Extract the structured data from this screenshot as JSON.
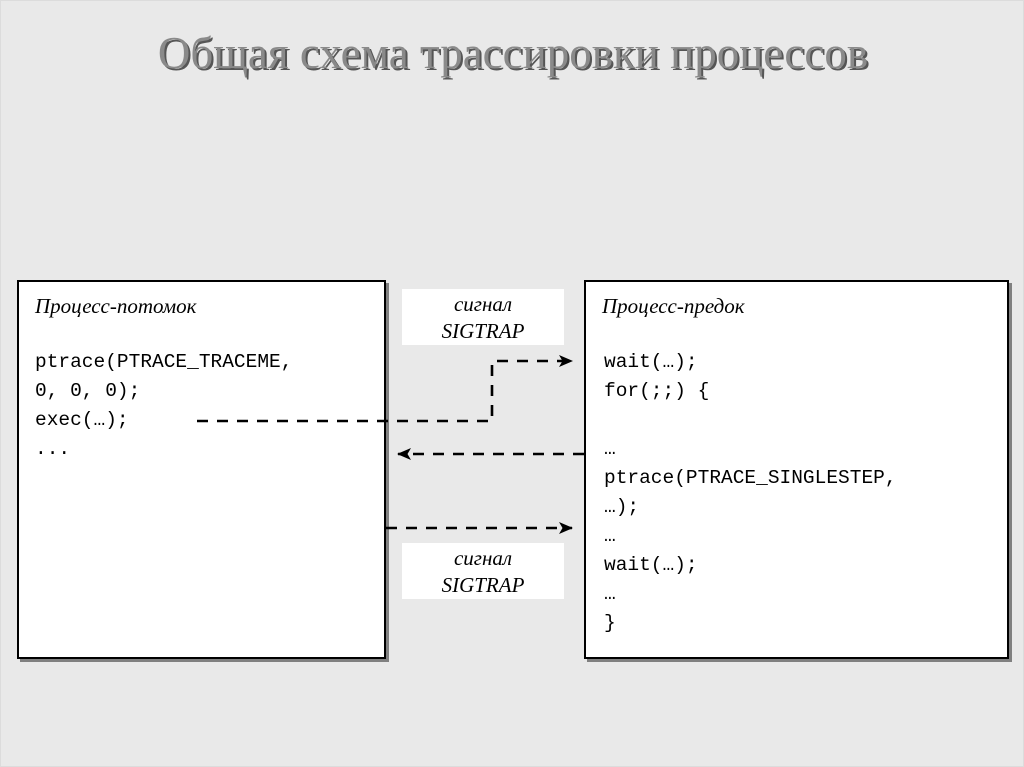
{
  "slide": {
    "title": "Общая схема трассировки процессов",
    "background_color": "#e9e9e9",
    "title_color": "#8a8a8a",
    "title_shadow_color": "#565656"
  },
  "child_process": {
    "heading": "Процесс-потомок",
    "code": "ptrace(PTRACE_TRACEME,\n0, 0, 0);\nexec(…);\n..."
  },
  "parent_process": {
    "heading": "Процесс-предок",
    "code": "wait(…);\nfor(;;) {\n\n…\nptrace(PTRACE_SINGLESTEP,\n…);\n…\nwait(…);\n…\n}"
  },
  "signals": {
    "top": "сигнал\nSIGTRAP",
    "bottom": "сигнал\nSIGTRAP"
  },
  "connectors": [
    {
      "name": "exec-to-wait",
      "direction": "child-to-parent",
      "label": "сигнал SIGTRAP"
    },
    {
      "name": "parent-to-child-return",
      "direction": "parent-to-child",
      "label": ""
    },
    {
      "name": "child-to-parent-singlestep",
      "direction": "child-to-parent",
      "label": "сигнал SIGTRAP"
    }
  ]
}
